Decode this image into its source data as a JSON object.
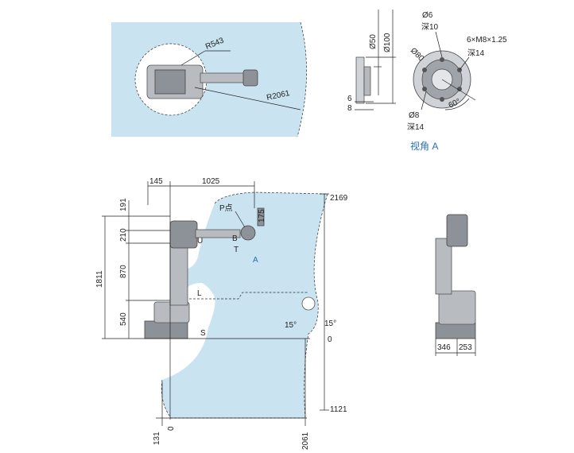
{
  "top_view": {
    "radius_inner": "R543",
    "radius_outer": "R2061"
  },
  "flange_side": {
    "dia_50": "Ø50",
    "dia_100": "Ø100",
    "dim_6": "6",
    "dim_8": "8"
  },
  "flange_front": {
    "hole_dia": "Ø6",
    "hole_depth": "深10",
    "pcd": "Ø80",
    "thread": "6×M8×1.25",
    "thread_depth": "深14",
    "pin_dia": "Ø8",
    "pin_depth": "深14",
    "angle": "60°"
  },
  "view_a_caption": "视角 A",
  "side_view": {
    "top_145": "145",
    "top_1025": "1025",
    "right_2169": "2169",
    "p_point": "P点",
    "dim_175": "175",
    "left_191": "191",
    "left_210": "210",
    "left_870": "870",
    "left_540": "540",
    "total_1811": "1811",
    "axis_u": "U",
    "axis_b": "B",
    "axis_t": "T",
    "axis_a": "A",
    "axis_l": "L",
    "axis_s": "S",
    "angle_left": "15°",
    "angle_right": "15°",
    "zero_right": "0",
    "bottom_1121": "1121",
    "bottom_131": "131",
    "bottom_0": "0",
    "bottom_2061": "2061"
  },
  "rear_view": {
    "dim_346": "346",
    "dim_253": "253"
  },
  "colors": {
    "envelope": "#c9e3f1",
    "accent_blue": "#2a6fb5"
  }
}
